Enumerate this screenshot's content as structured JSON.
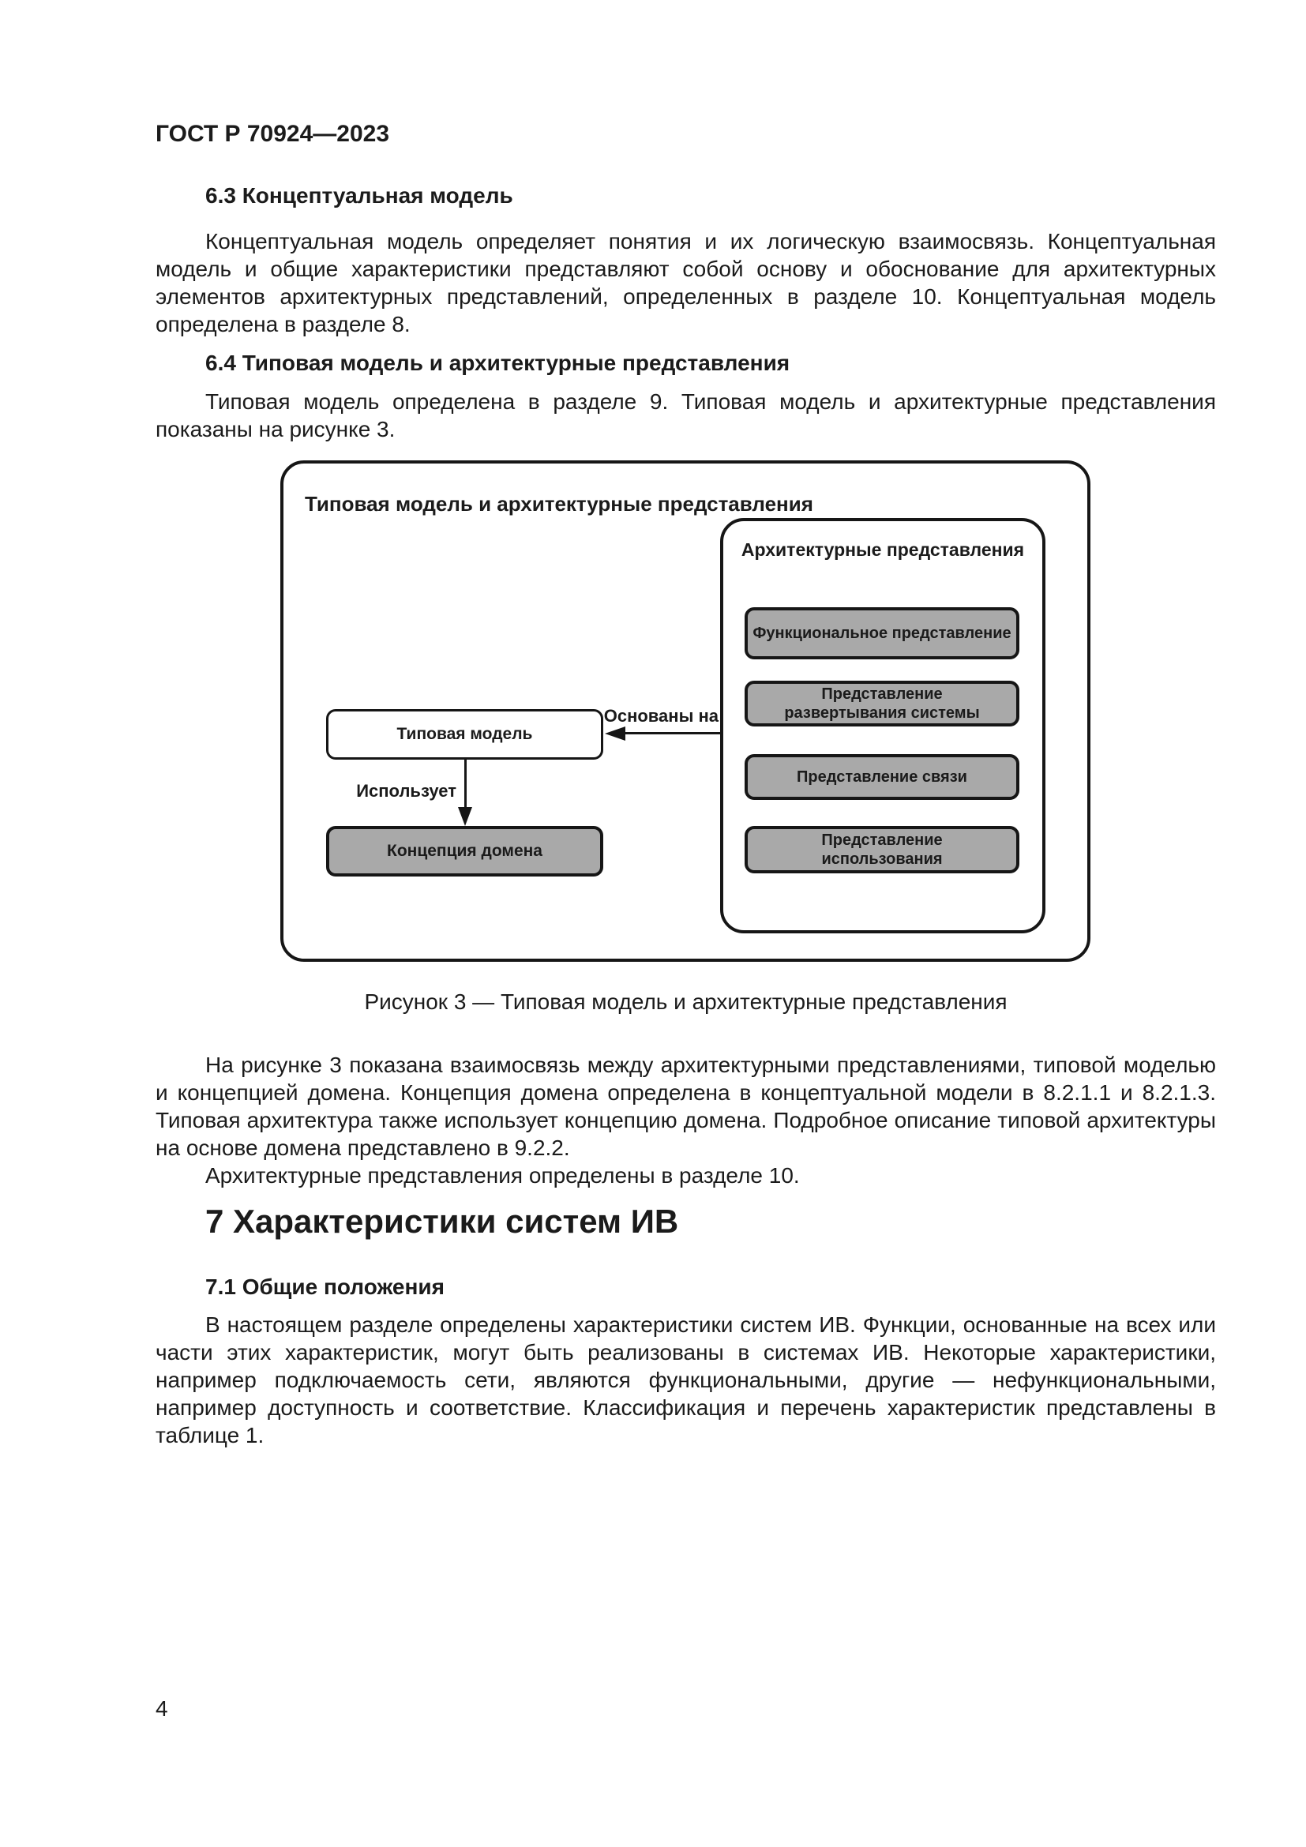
{
  "page": {
    "header": "ГОСТ Р 70924—2023",
    "page_number": "4",
    "background": "#ffffff",
    "text_color": "#1b1b1b"
  },
  "sections": {
    "s63": {
      "heading": "6.3 Концептуальная модель",
      "paragraph": "Концептуальная модель определяет понятия и их логическую взаимосвязь. Концептуальная модель и общие характеристики представляют собой основу и обоснование для архитектурных элементов архитектурных представлений, определенных в разделе 10. Концептуальная модель определена в разделе 8."
    },
    "s64": {
      "heading": "6.4 Типовая модель и архитектурные представления",
      "paragraph": "Типовая модель определена в разделе 9. Типовая модель и архитектурные представления показаны на рисунке 3."
    }
  },
  "figure": {
    "title": "Типовая модель и архитектурные представления",
    "views_group_title": "Архитектурные представления",
    "views": [
      {
        "line1": "Функциональное представление",
        "line2": ""
      },
      {
        "line1": "Представление",
        "line2": "развертывания системы"
      },
      {
        "line1": "Представление связи",
        "line2": ""
      },
      {
        "line1": "Представление",
        "line2": "использования"
      }
    ],
    "model_box_label": "Типовая модель",
    "domain_box_label": "Концепция домена",
    "arrow_based_on_label": "Основаны на",
    "arrow_uses_label": "Использует",
    "caption": "Рисунок 3 — Типовая модель и архитектурные представления",
    "colors": {
      "box_fill_gray": "#a9a9a9",
      "box_fill_white": "#ffffff",
      "line_black": "#161616"
    }
  },
  "after_figure": {
    "p1": "На рисунке 3 показана взаимосвязь между архитектурными представлениями, типовой моделью и концепцией домена. Концепция домена определена в концептуальной модели в 8.2.1.1 и 8.2.1.3. Типовая архитектура также использует концепцию домена. Подробное описание типовой архитектуры на основе домена представлено в 9.2.2.",
    "p2": "Архитектурные представления определены в разделе 10."
  },
  "section7": {
    "heading": "7 Характеристики систем ИВ",
    "sub": {
      "heading": "7.1 Общие положения",
      "paragraph": "В настоящем разделе определены характеристики систем ИВ. Функции, основанные на всех или части этих характеристик, могут быть реализованы в системах ИВ. Некоторые характеристики, например подключаемость сети, являются функциональными, другие — нефункциональными, например доступность и соответствие. Классификация и перечень характеристик представлены в таблице 1."
    }
  }
}
